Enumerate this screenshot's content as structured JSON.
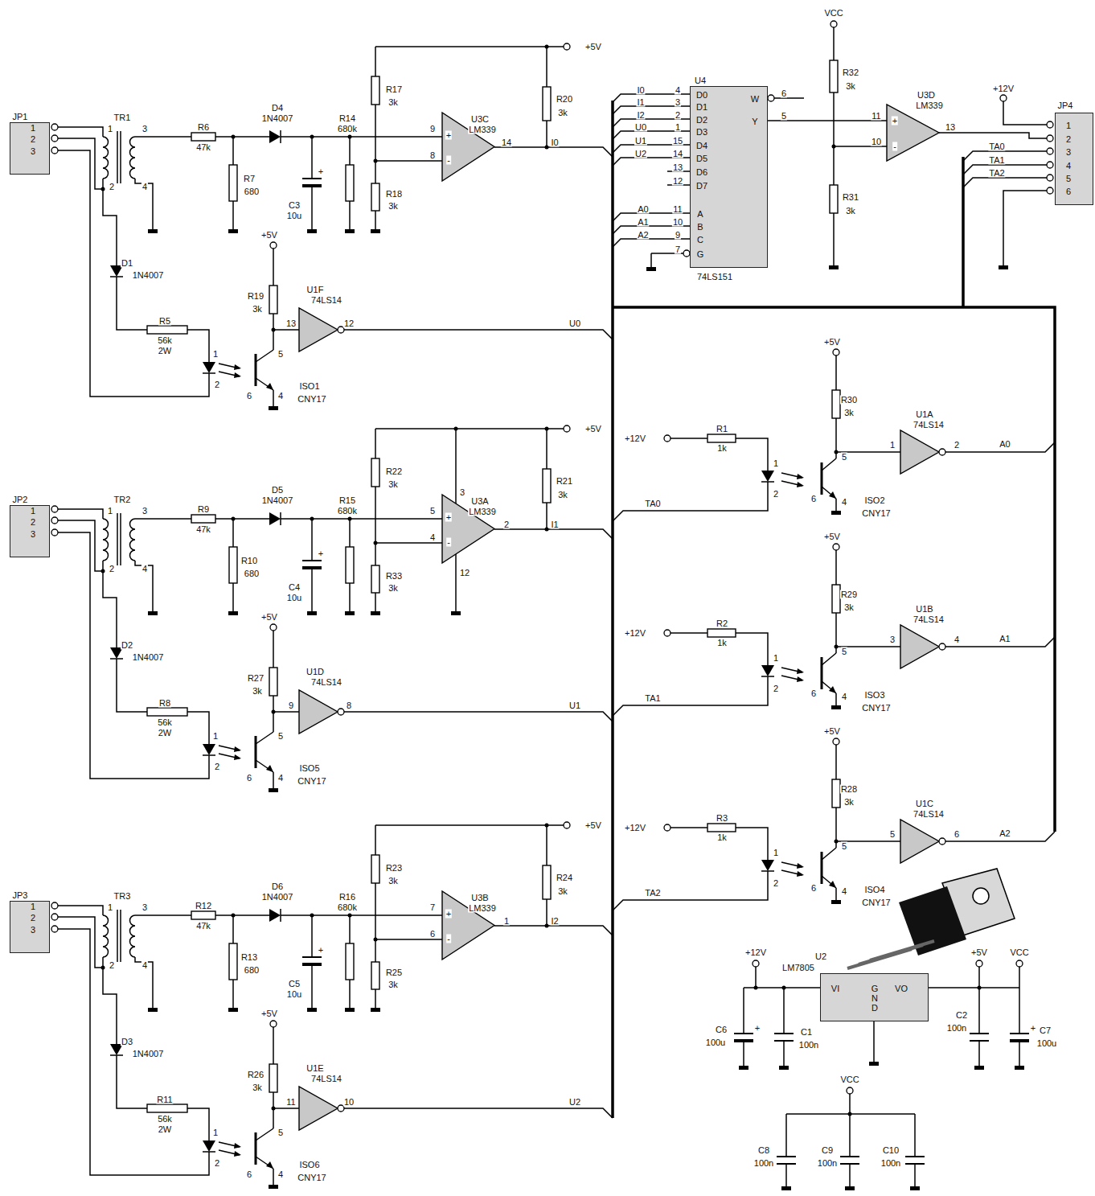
{
  "diagram": {
    "nodes": [
      {
        "text": [
          "JP1",
          "1",
          "2",
          "3"
        ]
      },
      {
        "text": [
          "U4",
          "D0",
          "D1",
          "D2",
          "D3",
          "D4",
          "D5",
          "D6",
          "D7",
          "A",
          "B",
          "C",
          "G",
          "W",
          "Y",
          "74LS151"
        ]
      },
      {
        "text": [
          "JP4",
          "1",
          "2",
          "3",
          "4",
          "5",
          "6"
        ]
      },
      {
        "text": [
          "JP2",
          "1",
          "2",
          "3"
        ]
      },
      {
        "text": [
          "JP3",
          "1",
          "2",
          "3"
        ]
      },
      {
        "text": [
          "U2",
          "LM7805",
          "VI",
          "GND",
          "VO"
        ]
      }
    ],
    "labels": [
      "TR1",
      "1",
      "3",
      "2",
      "4",
      "R6",
      "47k",
      "D4",
      "1N4007",
      "R7",
      "680",
      "C3",
      "10u",
      "+",
      "R14",
      "680k",
      "R17",
      "3k",
      "R18",
      "3k",
      "+5V",
      "R20",
      "3k",
      "U3C",
      "LM339",
      "9",
      "8",
      "14",
      "+",
      "-",
      "I0",
      "D1",
      "1N4007",
      "R5",
      "56k",
      "2W",
      "+5V",
      "R19",
      "3k",
      "U1F",
      "74LS14",
      "13",
      "12",
      "U0",
      "1",
      "2",
      "5",
      "6",
      "4",
      "ISO1",
      "CNY17",
      "TR2",
      "1",
      "3",
      "2",
      "4",
      "R9",
      "47k",
      "D5",
      "1N4007",
      "R10",
      "680",
      "C4",
      "10u",
      "+",
      "R15",
      "680k",
      "R22",
      "3k",
      "R33",
      "3k",
      "+5V",
      "R21",
      "3k",
      "U3A",
      "LM339",
      "5",
      "4",
      "2",
      "+",
      "-",
      "I1",
      "D2",
      "1N4007",
      "R8",
      "56k",
      "2W",
      "+5V",
      "R27",
      "3k",
      "U1D",
      "74LS14",
      "9",
      "8",
      "U1",
      "1",
      "2",
      "5",
      "6",
      "4",
      "ISO5",
      "CNY17",
      "3",
      "12",
      "TR3",
      "1",
      "3",
      "2",
      "4",
      "R12",
      "47k",
      "D6",
      "1N4007",
      "R13",
      "680",
      "C5",
      "10u",
      "+",
      "R16",
      "680k",
      "R23",
      "3k",
      "R25",
      "3k",
      "+5V",
      "R24",
      "3k",
      "U3B",
      "LM339",
      "7",
      "6",
      "1",
      "+",
      "-",
      "I2",
      "D3",
      "1N4007",
      "R11",
      "56k",
      "2W",
      "+5V",
      "R26",
      "3k",
      "U1E",
      "74LS14",
      "11",
      "10",
      "U2",
      "1",
      "2",
      "5",
      "6",
      "4",
      "ISO6",
      "CNY17",
      "+12V",
      "R1",
      "1k",
      "1",
      "2",
      "6",
      "5",
      "4",
      "+5V",
      "R30",
      "3k",
      "U1A",
      "74LS14",
      "1",
      "2",
      "A0",
      "TA0",
      "ISO2",
      "CNY17",
      "+12V",
      "R2",
      "1k",
      "1",
      "2",
      "6",
      "5",
      "4",
      "+5V",
      "R29",
      "3k",
      "U1B",
      "74LS14",
      "3",
      "4",
      "A1",
      "TA1",
      "ISO3",
      "CNY17",
      "+12V",
      "R3",
      "1k",
      "1",
      "2",
      "6",
      "5",
      "4",
      "+5V",
      "R28",
      "3k",
      "U1C",
      "74LS14",
      "5",
      "6",
      "A2",
      "TA2",
      "ISO4",
      "CNY17",
      "I0",
      "I1",
      "I2",
      "U0",
      "U1",
      "U2",
      "4",
      "3",
      "2",
      "1",
      "15",
      "14",
      "13",
      "12",
      "A0",
      "A1",
      "A2",
      "11",
      "10",
      "9",
      "7",
      "6",
      "5",
      "VCC",
      "R32",
      "3k",
      "R31",
      "3k",
      "U3D",
      "LM339",
      "11",
      "10",
      "13",
      "+",
      "-",
      "+12V",
      "TA0",
      "TA1",
      "TA2",
      "+12V",
      "C6",
      "100u",
      "+",
      "C1",
      "100n",
      "+5V",
      "VCC",
      "C2",
      "100n",
      "C7",
      "100u",
      "+",
      "VCC",
      "C8",
      "100n",
      "C9",
      "100n",
      "C10",
      "100n"
    ]
  }
}
